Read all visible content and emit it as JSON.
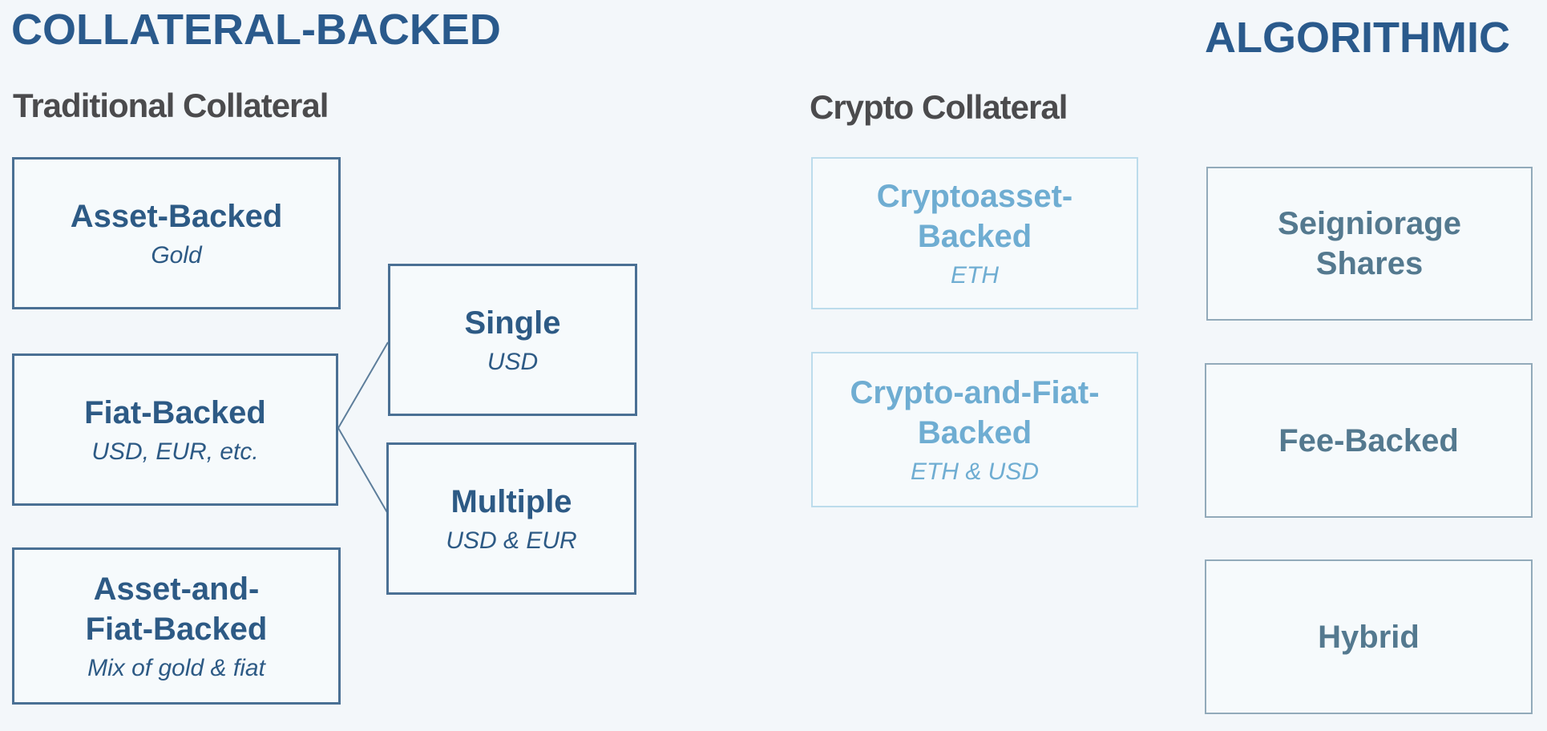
{
  "titles": {
    "collateral_backed": "COLLATERAL-BACKED",
    "algorithmic": "ALGORITHMIC"
  },
  "headings": {
    "traditional": "Traditional Collateral",
    "crypto": "Crypto Collateral"
  },
  "boxes": {
    "asset_backed": {
      "label": "Asset-Backed",
      "sublabel": "Gold"
    },
    "fiat_backed": {
      "label": "Fiat-Backed",
      "sublabel": "USD, EUR, etc."
    },
    "single": {
      "label": "Single",
      "sublabel": "USD"
    },
    "multiple": {
      "label": "Multiple",
      "sublabel": "USD & EUR"
    },
    "asset_and_fiat_backed": {
      "label": "Asset-and-\nFiat-Backed",
      "sublabel": "Mix of gold & fiat"
    },
    "cryptoasset_backed": {
      "label": "Cryptoasset-\nBacked",
      "sublabel": "ETH"
    },
    "crypto_and_fiat_backed": {
      "label": "Crypto-and-Fiat-\nBacked",
      "sublabel": "ETH & USD"
    },
    "seigniorage_shares": {
      "label": "Seigniorage\nShares"
    },
    "fee_backed": {
      "label": "Fee-Backed"
    },
    "hybrid": {
      "label": "Hybrid"
    }
  },
  "colors": {
    "background": "#f3f7fa",
    "title_navy": "#2a5a8c",
    "heading_gray": "#4b4b4d",
    "traditional_box_border": "#4a7094",
    "traditional_box_text": "#2d5a85",
    "crypto_box_border": "#bcdcec",
    "crypto_box_text": "#6fadd2",
    "algorithmic_box_border": "#92aaba",
    "algorithmic_box_text": "#54798f",
    "connector_line": "#5d7e9b"
  }
}
